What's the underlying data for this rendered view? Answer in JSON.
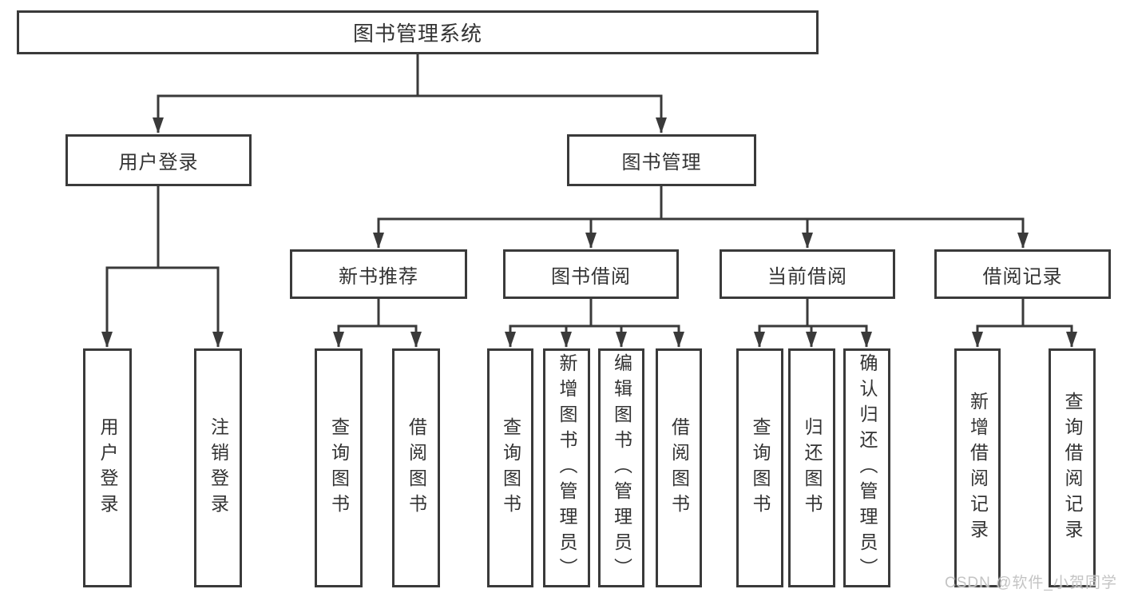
{
  "tree": {
    "label": "图书管理系统",
    "children": [
      {
        "label": "用户登录",
        "children": [
          {
            "label": "用户登录"
          },
          {
            "label": "注销登录"
          }
        ]
      },
      {
        "label": "图书管理",
        "children": [
          {
            "label": "新书推荐",
            "children": [
              {
                "label": "查询图书"
              },
              {
                "label": "借阅图书"
              }
            ]
          },
          {
            "label": "图书借阅",
            "children": [
              {
                "label": "查询图书"
              },
              {
                "label": "新增图书（管理员）"
              },
              {
                "label": "编辑图书（管理员）"
              },
              {
                "label": "借阅图书"
              }
            ]
          },
          {
            "label": "当前借阅",
            "children": [
              {
                "label": "查询图书"
              },
              {
                "label": "归还图书"
              },
              {
                "label": "确认归还（管理员）"
              }
            ]
          },
          {
            "label": "借阅记录",
            "children": [
              {
                "label": "新增借阅记录"
              },
              {
                "label": "查询借阅记录"
              }
            ]
          }
        ]
      }
    ]
  },
  "watermark": "CSDN @软件_小贺同学",
  "colors": {
    "line": "#3a3a3a",
    "text": "#333333",
    "background": "#ffffff",
    "watermark": "#c1c1c1"
  }
}
